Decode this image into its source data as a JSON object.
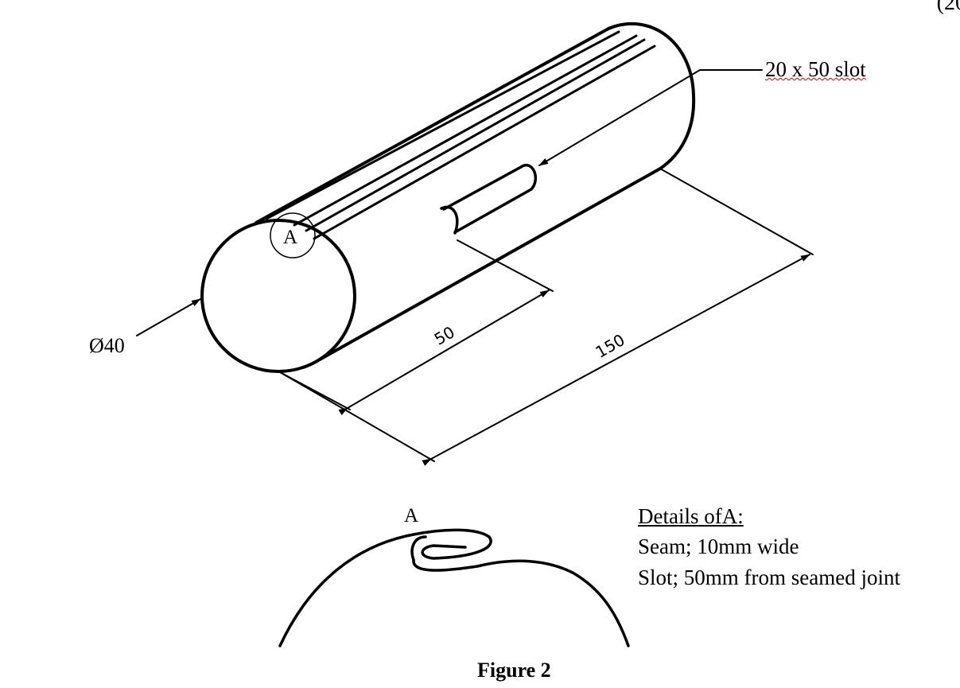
{
  "page_corner": "(20",
  "drawing": {
    "slot_label": "20 x 50 slot",
    "diameter_label": "Ø40",
    "dim_50": "50",
    "dim_150": "150",
    "detail_marker": "A",
    "detail_view_label": "A"
  },
  "details": {
    "heading_prefix": "Details ",
    "heading_word": "ofA",
    "heading_suffix": ":",
    "line1": "Seam; 10mm wide",
    "line2": "Slot; 50mm from seamed joint"
  },
  "caption": "Figure 2"
}
